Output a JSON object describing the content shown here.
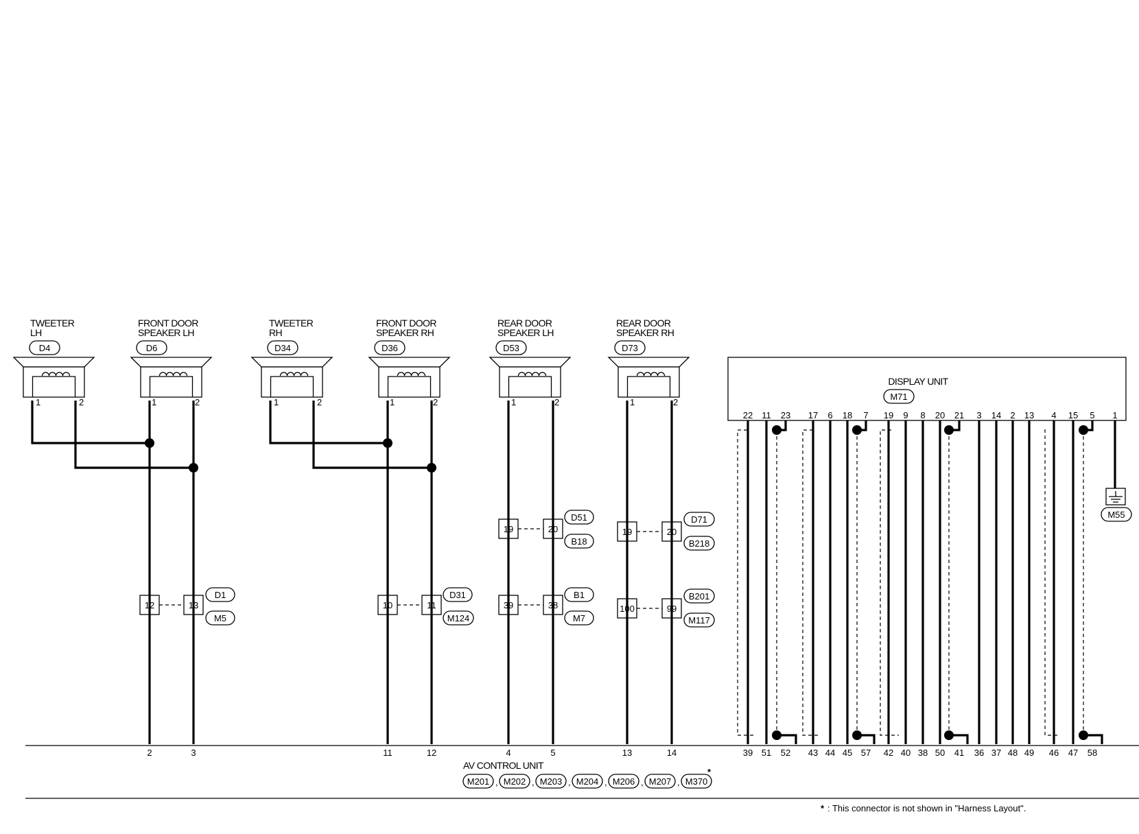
{
  "components": [
    {
      "id": "tweeter_lh",
      "title": [
        "TWEETER",
        "LH"
      ],
      "connector": "D4",
      "pins": [
        "1",
        "2"
      ]
    },
    {
      "id": "front_door_speaker_lh",
      "title": [
        "FRONT DOOR",
        "SPEAKER LH"
      ],
      "connector": "D6",
      "pins": [
        "1",
        "2"
      ]
    },
    {
      "id": "tweeter_rh",
      "title": [
        "TWEETER",
        "RH"
      ],
      "connector": "D34",
      "pins": [
        "1",
        "2"
      ]
    },
    {
      "id": "front_door_speaker_rh",
      "title": [
        "FRONT DOOR",
        "SPEAKER RH"
      ],
      "connector": "D36",
      "pins": [
        "1",
        "2"
      ]
    },
    {
      "id": "rear_door_speaker_lh",
      "title": [
        "REAR DOOR",
        "SPEAKER LH"
      ],
      "connector": "D53",
      "pins": [
        "1",
        "2"
      ]
    },
    {
      "id": "rear_door_speaker_rh",
      "title": [
        "REAR DOOR",
        "SPEAKER RH"
      ],
      "connector": "D73",
      "pins": [
        "1",
        "2"
      ]
    }
  ],
  "junctions": [
    {
      "pins": [
        "12",
        "13"
      ],
      "connectors": [
        "D1",
        "M5"
      ]
    },
    {
      "pins": [
        "10",
        "11"
      ],
      "connectors": [
        "D31",
        "M124"
      ]
    },
    {
      "pins": [
        "19",
        "20"
      ],
      "connectors": [
        "D51",
        "B18"
      ]
    },
    {
      "pins": [
        "39",
        "38"
      ],
      "connectors": [
        "B1",
        "M7"
      ]
    },
    {
      "pins": [
        "19",
        "20"
      ],
      "connectors": [
        "D71",
        "B218"
      ]
    },
    {
      "pins": [
        "100",
        "99"
      ],
      "connectors": [
        "B201",
        "M117"
      ]
    }
  ],
  "display_unit": {
    "title": "DISPLAY UNIT",
    "connector": "M71",
    "pins": [
      "22",
      "11",
      "23",
      "17",
      "6",
      "18",
      "7",
      "19",
      "9",
      "8",
      "20",
      "21",
      "3",
      "14",
      "2",
      "13",
      "4",
      "15",
      "5",
      "1"
    ],
    "ground_connector": "M55"
  },
  "av_control_unit": {
    "title": "AV CONTROL UNIT",
    "pins_left": [
      "2",
      "3",
      "11",
      "12",
      "4",
      "5",
      "13",
      "14"
    ],
    "pins_right": [
      "39",
      "51",
      "52",
      "43",
      "44",
      "45",
      "57",
      "42",
      "40",
      "38",
      "50",
      "41",
      "36",
      "37",
      "48",
      "49",
      "46",
      "47",
      "58"
    ],
    "connectors": [
      "M201",
      "M202",
      "M203",
      "M204",
      "M206",
      "M207",
      "M370"
    ],
    "separator": ",",
    "star": "*"
  },
  "footnote": {
    "star": "*",
    "text": ": This connector is not shown in \"Harness Layout\"."
  }
}
